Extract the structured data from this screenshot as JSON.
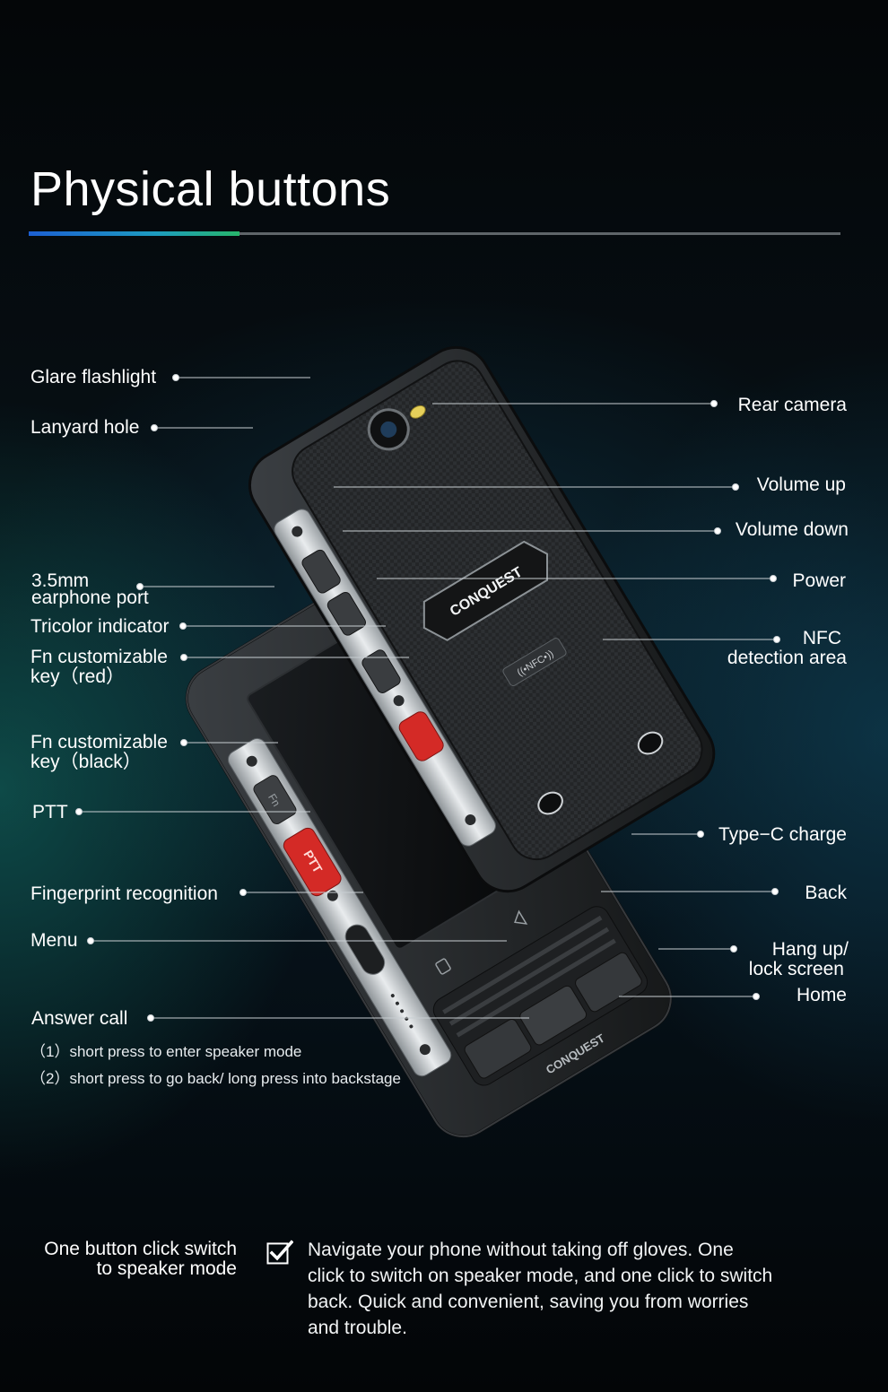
{
  "heading": {
    "title": "Physical buttons"
  },
  "labels": {
    "glare_flashlight": "Glare flashlight",
    "lanyard_hole": "Lanyard hole",
    "earphone_port_line1": "3.5mm",
    "earphone_port_line2": "earphone port",
    "tricolor_indicator": "Tricolor indicator",
    "fn_red_line1": "Fn customizable",
    "fn_red_line2": "key（red）",
    "fn_black_line1": "Fn customizable",
    "fn_black_line2": "key（black）",
    "ptt": "PTT",
    "fingerprint": "Fingerprint recognition",
    "menu": "Menu",
    "answer_call": "Answer call",
    "rear_camera": "Rear camera",
    "volume_up": "Volume up",
    "volume_down": "Volume down",
    "power": "Power",
    "nfc_line1": "NFC",
    "nfc_line2": "detection area",
    "type_c": "Type−C charge",
    "back": "Back",
    "hang_up_line1": "Hang up/",
    "hang_up_line2": "lock screen",
    "home": "Home"
  },
  "notes": {
    "note1": "（1）short press to enter speaker mode",
    "note2": "（2）short press to go back/ long press into backstage"
  },
  "device": {
    "brand_front": "CONQUEST",
    "brand_back": "CONQUEST",
    "nfc_badge": "((•NFC•))",
    "ptt_key": "PTT",
    "fn_key": "Fn"
  },
  "feature": {
    "title_line1": "One button click switch",
    "title_line2": "to speaker mode",
    "description": "Navigate your phone without taking off gloves. One click to switch on speaker mode, and one click to switch back. Quick and convenient, saving you from worries and trouble."
  },
  "colors": {
    "accent_blue": "#1c5fd2",
    "accent_green": "#27b56b",
    "key_red": "#d42a26"
  }
}
